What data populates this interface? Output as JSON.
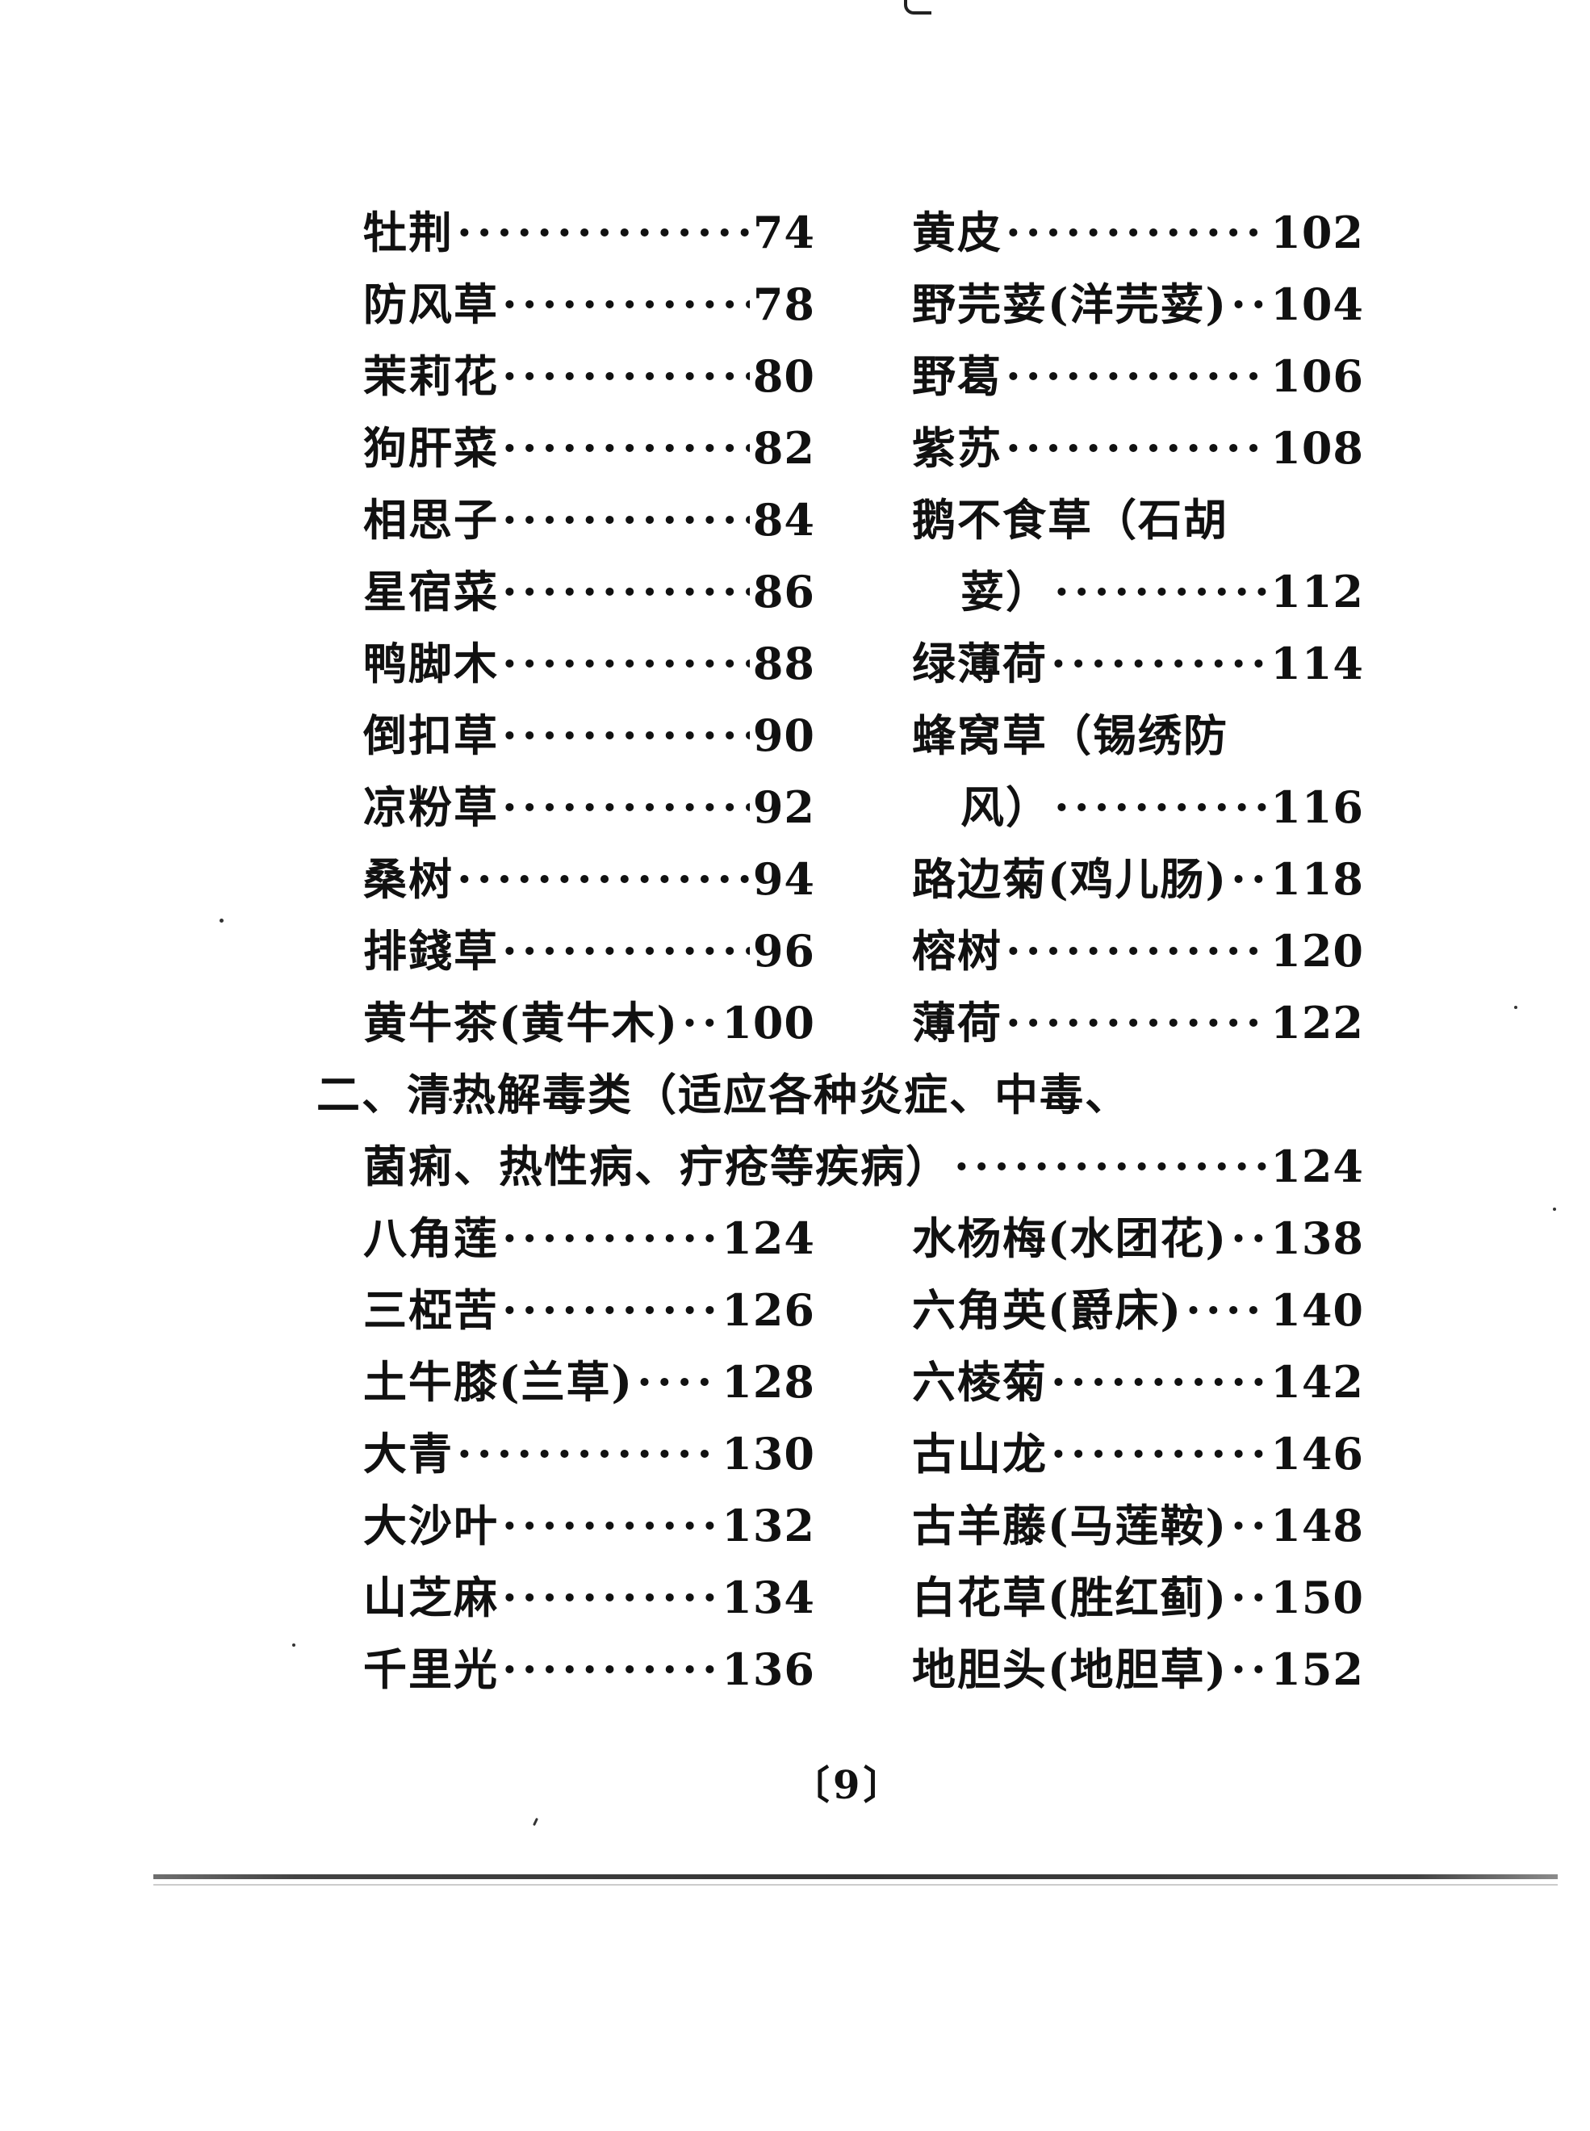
{
  "left_column": [
    {
      "name": "牡荆",
      "page": "74"
    },
    {
      "name": "防风草",
      "page": "78"
    },
    {
      "name": "茉莉花",
      "page": "80"
    },
    {
      "name": "狗肝菜",
      "page": "82"
    },
    {
      "name": "相思子",
      "page": "84"
    },
    {
      "name": "星宿菜",
      "page": "86"
    },
    {
      "name": "鸭脚木",
      "page": "88"
    },
    {
      "name": "倒扣草",
      "page": "90"
    },
    {
      "name": "凉粉草",
      "page": "92"
    },
    {
      "name": "桑树",
      "page": "94"
    },
    {
      "name": "排錢草",
      "page": "96"
    },
    {
      "name": "黄牛茶(黄牛木)",
      "page": "100"
    }
  ],
  "right_column": [
    {
      "name": "黄皮",
      "page": "102"
    },
    {
      "name": "野芫荽(洋芫荽)",
      "page": "104"
    },
    {
      "name": "野葛",
      "page": "106"
    },
    {
      "name": "紫苏",
      "page": "108"
    },
    {
      "name_line1": "鹅不食草（石胡",
      "name_line2": "荽）",
      "page": "112"
    },
    {
      "name": "绿薄荷",
      "page": "114"
    },
    {
      "name_line1": "蜂窝草（锡绣防",
      "name_line2": "风）",
      "page": "116"
    },
    {
      "name": "路边菊(鸡儿肠)",
      "page": "118"
    },
    {
      "name": "榕树",
      "page": "120"
    },
    {
      "name": "薄荷",
      "page": "122"
    }
  ],
  "section": {
    "heading_line1": "二、清热解毒类（适应各种炎症、中毒、",
    "heading_line2": "菌痢、热性病、疔疮等疾病）",
    "page": "124"
  },
  "section_left": [
    {
      "name": "八角莲",
      "page": "124"
    },
    {
      "name": "三椏苦",
      "page": "126"
    },
    {
      "name": "土牛膝(兰草)",
      "page": "128"
    },
    {
      "name": "大青",
      "page": "130"
    },
    {
      "name": "大沙叶",
      "page": "132"
    },
    {
      "name": "山芝麻",
      "page": "134"
    },
    {
      "name": "千里光",
      "page": "136"
    }
  ],
  "section_right": [
    {
      "name": "水杨梅(水团花)",
      "page": "138"
    },
    {
      "name": "六角英(爵床)",
      "page": "140"
    },
    {
      "name": "六棱菊",
      "page": "142"
    },
    {
      "name": "古山龙",
      "page": "146"
    },
    {
      "name": "古羊藤(马莲鞍)",
      "page": "148"
    },
    {
      "name": "白花草(胜红蓟)",
      "page": "150"
    },
    {
      "name": "地胆头(地胆草)",
      "page": "152"
    }
  ],
  "folio": "〔9〕"
}
